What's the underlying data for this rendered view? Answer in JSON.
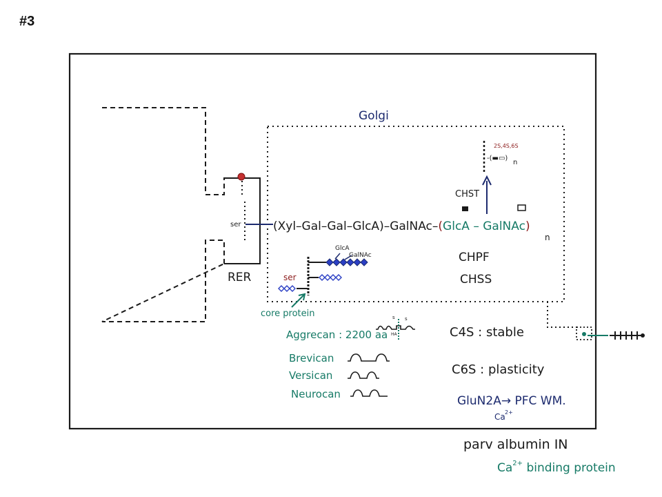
{
  "slide_number": "#3",
  "colors": {
    "ink": "#1a1a1a",
    "navy": "#1c2a6e",
    "teal": "#167a66",
    "red": "#8b1a1a",
    "blue": "#2b3fc4"
  },
  "organelles": {
    "golgi": "Golgi",
    "rer": "RER"
  },
  "chain": {
    "ser": "ser",
    "linker": "(Xyl–Gal–Gal–GlcA)–GalNAc–",
    "repeat_open": "(",
    "repeat_glca": "GlcA",
    "repeat_dash": " – ",
    "repeat_galnac": "GalNAc",
    "repeat_close": ")",
    "repeat_n": "n"
  },
  "sulfation": {
    "positions": "2S,4S,6S",
    "unit": "-(▬▭)",
    "n": "n",
    "enzyme": "CHST"
  },
  "enzymes": {
    "chpf": "CHPF",
    "chss": "CHSS"
  },
  "core_schematic": {
    "glca": "GlcA",
    "galnac": "GalNAc",
    "ser": "ser",
    "core_protein": "core protein"
  },
  "lecticans": {
    "aggrecan": "Aggrecan : 2200 aa",
    "brevican": "Brevican",
    "versican": "Versican",
    "neurocan": "Neurocan",
    "marks": [
      "s",
      "s",
      "HA"
    ]
  },
  "notes": {
    "c4s": "C4S : stable",
    "c6s": "C6S : plasticity",
    "glun": "GluN2A→ PFC WM.",
    "glun_ca": "Ca",
    "glun_ca_charge": "2+"
  },
  "pv": {
    "title": "parv albumin IN",
    "ca": "Ca",
    "charge": "2+",
    "binding": " binding protein"
  }
}
